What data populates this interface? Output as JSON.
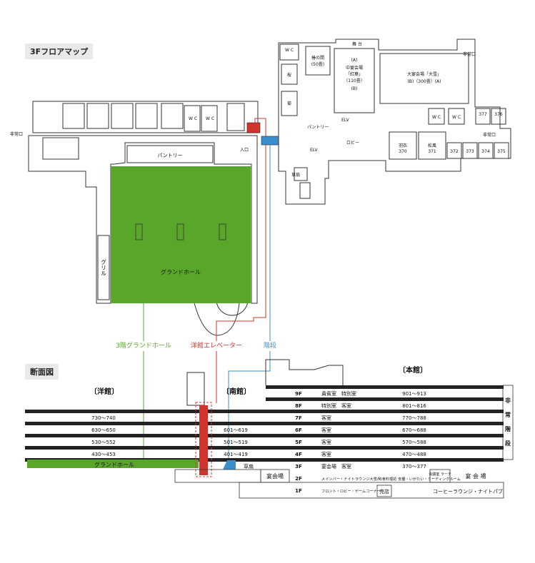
{
  "floor_map": {
    "title": "3Fフロアマップ",
    "rooms": {
      "grand_hall": "グランドホール",
      "grill": "グリル",
      "pantry_west": "パントリー",
      "pantry_east": "パントリー",
      "lobby": "ロビー",
      "kusabiki": "草扇",
      "emergency": "非常口",
      "wc": "W C",
      "entrance": "入口",
      "stage": "舞 台",
      "daiyoukai": "大宴会場「大雪」",
      "daiyoukai_sub": "(B)（300畳）(A)",
      "chuyoukai": "中宴会場",
      "chuyoukai_name": "「紅葉」",
      "chuyoukai_size": "（110畳）",
      "chuyoukai_a": "(A)",
      "chuyoukai_b": "(B)",
      "tsubaki": "椿の間",
      "tsubaki_size": "(50畳)",
      "sakura": "桜",
      "kiku": "菊",
      "room_370": "370",
      "room_371": "371",
      "room_372": "372",
      "room_373": "373",
      "room_374": "374",
      "room_375": "375",
      "room_376": "376",
      "room_377": "377",
      "hagoromo": "羽衣",
      "matsukaze": "松風",
      "elv": "ELV"
    },
    "legend": {
      "grand_hall": "3階グランドホール",
      "elevator": "洋館エレベーター",
      "stairs": "階段"
    }
  },
  "section": {
    "title": "断面図",
    "wings": {
      "western": "〔洋館〕",
      "south": "〔南館〕",
      "main": "〔本館〕"
    },
    "western_rooms": [
      "730〜740",
      "630〜650",
      "530〜552",
      "430〜453"
    ],
    "western_grand_hall": "グランドホール",
    "south_rooms": [
      "601〜619",
      "501〜519",
      "401〜419"
    ],
    "south_kusabiki": "草扇",
    "main_floors": [
      {
        "floor": "9F",
        "desc": "貴賓室　特別室",
        "rooms": "901〜913"
      },
      {
        "floor": "8F",
        "desc": "特別室　客室",
        "rooms": "801〜816"
      },
      {
        "floor": "7F",
        "desc": "客室",
        "rooms": "770〜788"
      },
      {
        "floor": "6F",
        "desc": "客室",
        "rooms": "670〜688"
      },
      {
        "floor": "5F",
        "desc": "客室",
        "rooms": "570〜588"
      },
      {
        "floor": "4F",
        "desc": "客室",
        "rooms": "470〜488"
      },
      {
        "floor": "3F",
        "desc": "宴会場　客室",
        "rooms": "370〜377"
      },
      {
        "floor": "2F",
        "desc": "メインバー・ナイトラウンジ大雪/和食料理処 安曇・いがたい・ミーティングルーム",
        "rooms": ""
      },
      {
        "floor": "1F",
        "desc": "フロント・ロビー・ゲームコーナー",
        "rooms": ""
      }
    ],
    "yokaijo_2f_left": "宴会場",
    "yokaijo_2f_right": "宴 会 場",
    "meeting_2f": "会議室 ラーテ",
    "shop_1f": "売店",
    "coffee_1f": "コーヒーラウンジ・ナイトパブ",
    "emergency_stairs": [
      "非",
      "常",
      "階",
      "段"
    ]
  },
  "colors": {
    "grand_hall": "#5aa62a",
    "elevator": "#d0342c",
    "stairs": "#3b8fcc",
    "floor_slab": "#222222"
  }
}
